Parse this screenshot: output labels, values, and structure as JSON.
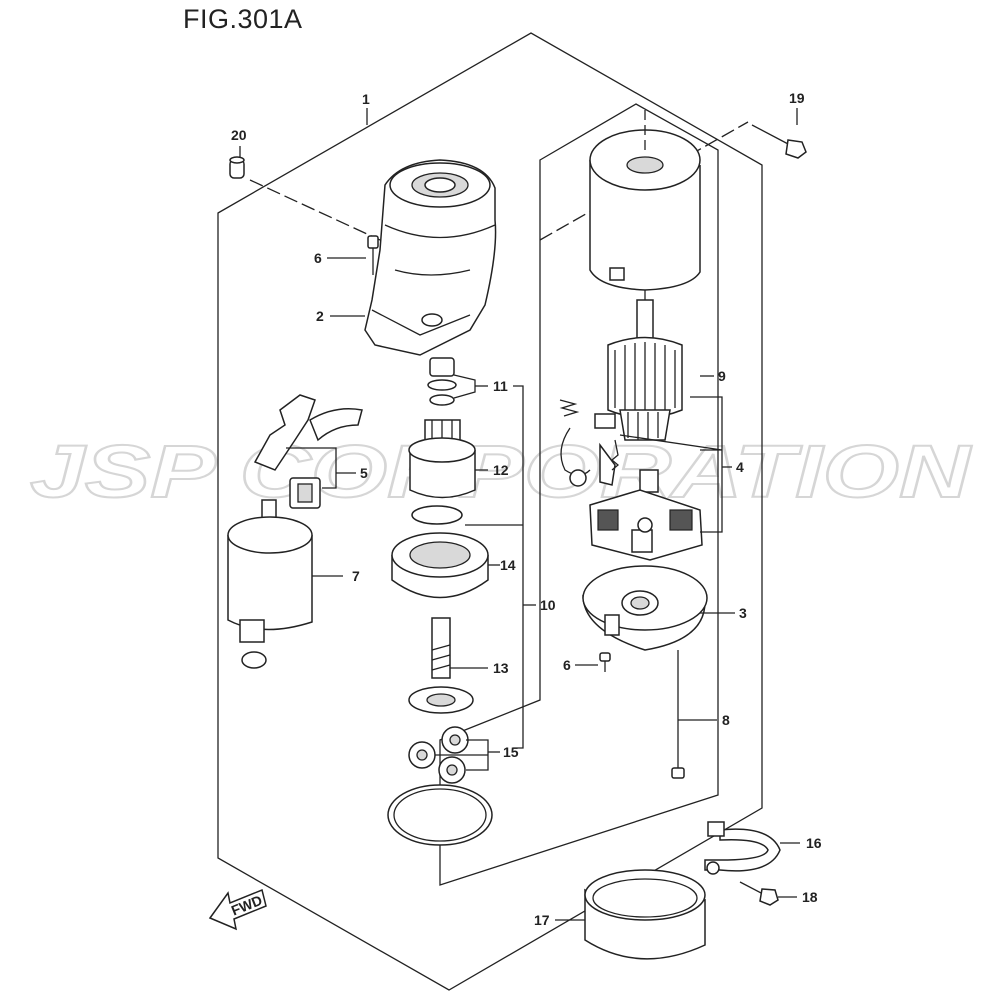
{
  "figure": {
    "title": "FIG.301A"
  },
  "watermark": "JSP CORPORATION",
  "fwd_label": "FWD",
  "callouts": [
    "1",
    "2",
    "3",
    "4",
    "5",
    "6",
    "6",
    "7",
    "8",
    "9",
    "10",
    "11",
    "12",
    "13",
    "14",
    "15",
    "16",
    "17",
    "18",
    "19",
    "20"
  ]
}
